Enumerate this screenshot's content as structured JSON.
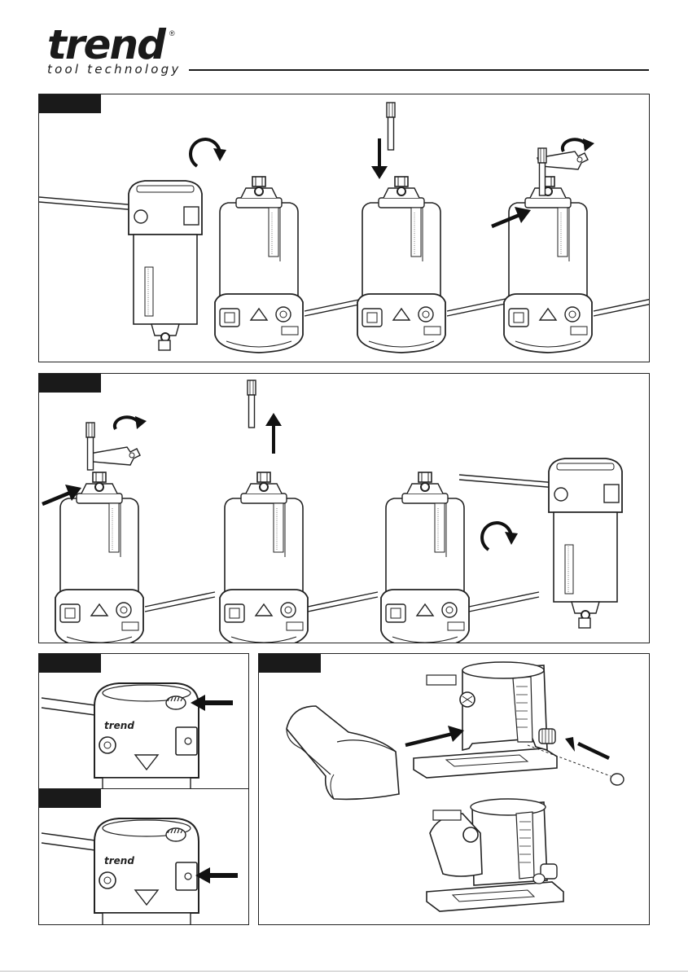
{
  "brand": {
    "name": "trend",
    "tagline": "tool technology",
    "registered_mark": "®"
  },
  "figures": [
    {
      "id": "fig1",
      "label": ""
    },
    {
      "id": "fig2",
      "label": ""
    },
    {
      "id": "fig3",
      "label": ""
    },
    {
      "id": "fig4",
      "label": ""
    },
    {
      "id": "fig5",
      "label": ""
    }
  ],
  "icons": [
    "rotate-arrow-icon",
    "down-arrow-icon",
    "up-arrow-icon",
    "pointer-arrow-icon",
    "trimmer-motor-icon",
    "cutter-bit-icon",
    "spanner-icon",
    "trimmer-base-icon",
    "dust-hood-icon"
  ],
  "colors": {
    "ink": "#1a1a1a",
    "panel_fill": "#ffffff",
    "tab_fill": "#1a1a1a"
  }
}
